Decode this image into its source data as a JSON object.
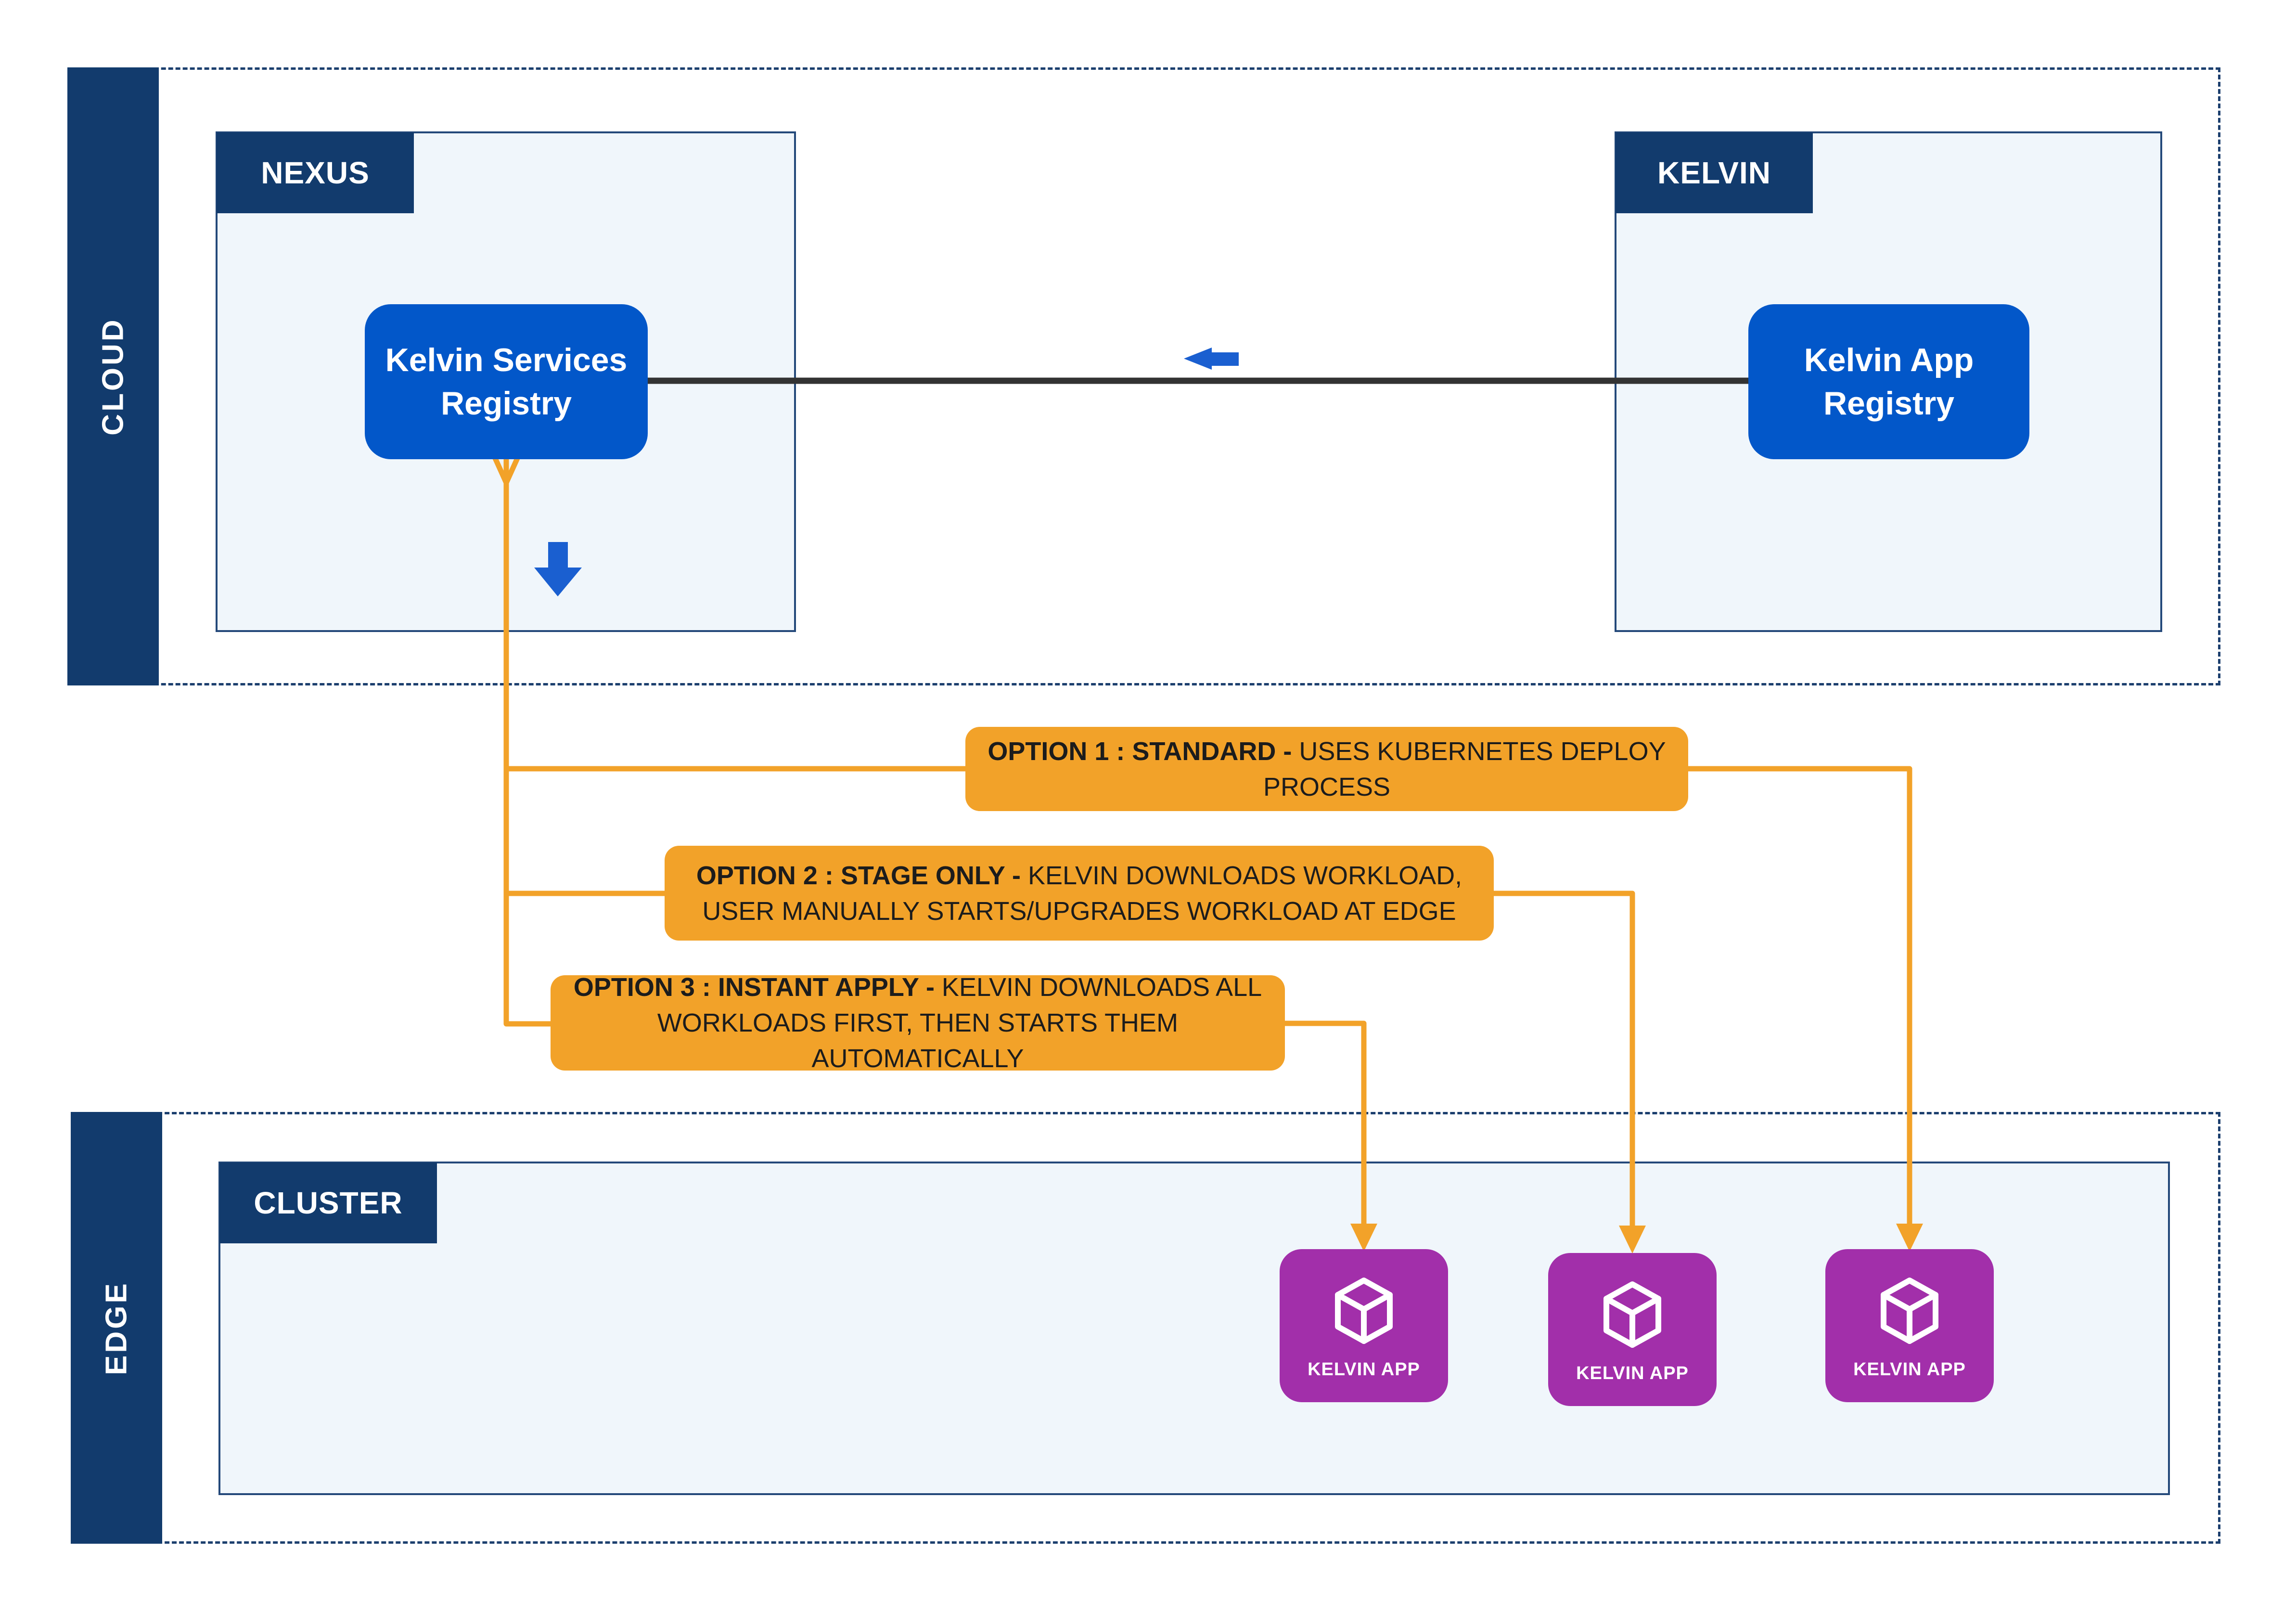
{
  "zones": {
    "cloud": {
      "label": "CLOUD"
    },
    "edge": {
      "label": "EDGE"
    }
  },
  "panels": {
    "nexus": {
      "title": "NEXUS"
    },
    "kelvin": {
      "title": "KELVIN"
    },
    "cluster": {
      "title": "CLUSTER"
    }
  },
  "registries": {
    "services": "Kelvin Services\nRegistry",
    "app": "Kelvin App\nRegistry"
  },
  "options": [
    {
      "heading": "OPTION 1 : STANDARD -",
      "text": " USES KUBERNETES DEPLOY PROCESS"
    },
    {
      "heading": "OPTION 2 : STAGE ONLY -",
      "text": " KELVIN DOWNLOADS WORKLOAD, USER MANUALLY STARTS/UPGRADES WORKLOAD AT EDGE"
    },
    {
      "heading": "OPTION 3 : INSTANT APPLY -",
      "text": " KELVIN DOWNLOADS ALL WORKLOADS FIRST, THEN STARTS THEM AUTOMATICALLY"
    }
  ],
  "apps": [
    {
      "label": "KELVIN APP",
      "icon": "cube-icon"
    },
    {
      "label": "KELVIN APP",
      "icon": "cube-icon"
    },
    {
      "label": "KELVIN APP",
      "icon": "cube-icon"
    }
  ],
  "colors": {
    "navy": "#123b6d",
    "registry_blue": "#0257c9",
    "option_orange": "#f2a229",
    "app_purple": "#a22faa",
    "panel_fill": "#f0f6fb"
  }
}
